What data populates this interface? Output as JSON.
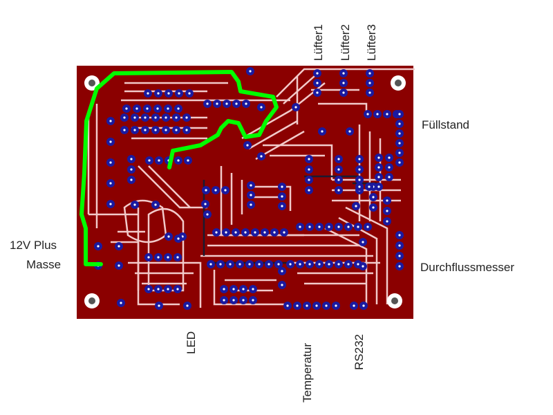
{
  "labels": {
    "luefter1": "Lüfter1",
    "luefter2": "Lüfter2",
    "luefter3": "Lüfter3",
    "fuellstand": "Füllstand",
    "plus12v": "12V Plus",
    "masse": "Masse",
    "durchfluss": "Durchflussmesser",
    "led": "LED",
    "temperatur": "Temperatur",
    "rs232": "RS232"
  },
  "colors": {
    "board": "#8b0000",
    "trace_gap": "#f0c8c8",
    "pad": "#1a1aa0",
    "pad_hole": "#ffffff",
    "wire": "#00ff00",
    "mount_hole": "#ffffff"
  }
}
